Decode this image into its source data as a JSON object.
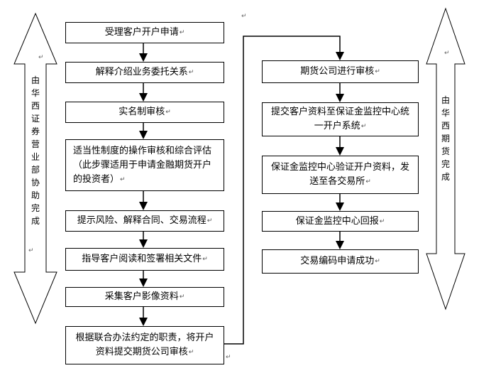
{
  "left_column": {
    "steps": [
      {
        "text": "受理客户开户申请"
      },
      {
        "text": "解释介绍业务委托关系"
      },
      {
        "text": "实名制审核"
      },
      {
        "text": "适当性制度的操作审核和综合评估（此步骤适用于申请金融期货开户的投资者）"
      },
      {
        "text": "提示风险、解释合同、交易流程"
      },
      {
        "text": "指导客户阅读和签署相关文件"
      },
      {
        "text": "采集客户影像资料"
      },
      {
        "text": "根据联合办法约定的职责，将开户资料提交期货公司审核"
      }
    ]
  },
  "right_column": {
    "steps": [
      {
        "text": "期货公司进行审核"
      },
      {
        "text": "提交客户资料至保证金监控中心统一开户系统"
      },
      {
        "text": "保证金监控中心验证开户资料，发送至各交易所"
      },
      {
        "text": "保证金监控中心回报"
      },
      {
        "text": "交易编码申请成功"
      }
    ]
  },
  "side_labels": {
    "left": "由华西证券营业部协助完成",
    "right": "由华西期货完成"
  },
  "paragraph_mark": "↵"
}
